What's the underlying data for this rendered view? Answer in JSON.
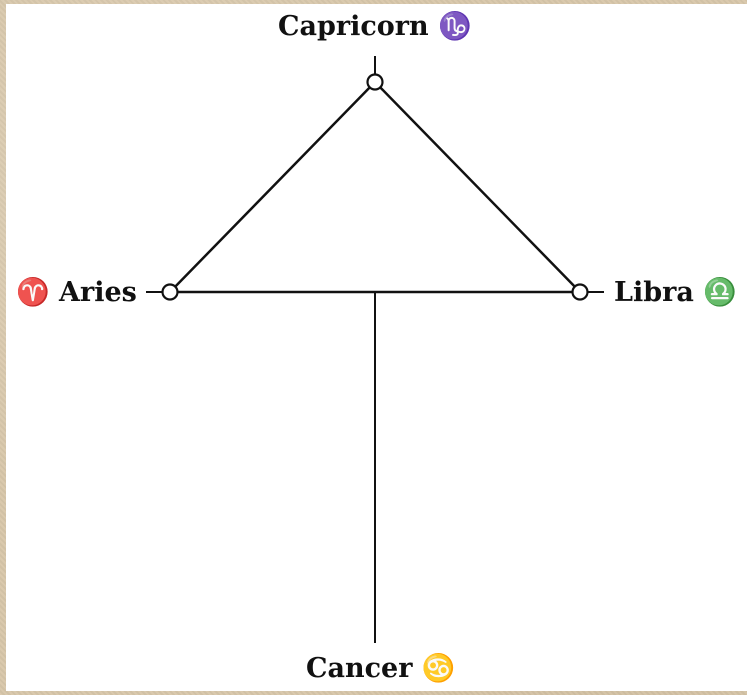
{
  "labels": {
    "top": {
      "name": "Capricorn",
      "symbol": "♑"
    },
    "left": {
      "name": "Aries",
      "symbol": "♈"
    },
    "right": {
      "name": "Libra",
      "symbol": "♎"
    },
    "bottom": {
      "name": "Cancer",
      "symbol": "♋"
    }
  },
  "colors": {
    "frame": "#d8c7aa",
    "paper": "#ffffff",
    "ink": "#111111"
  }
}
